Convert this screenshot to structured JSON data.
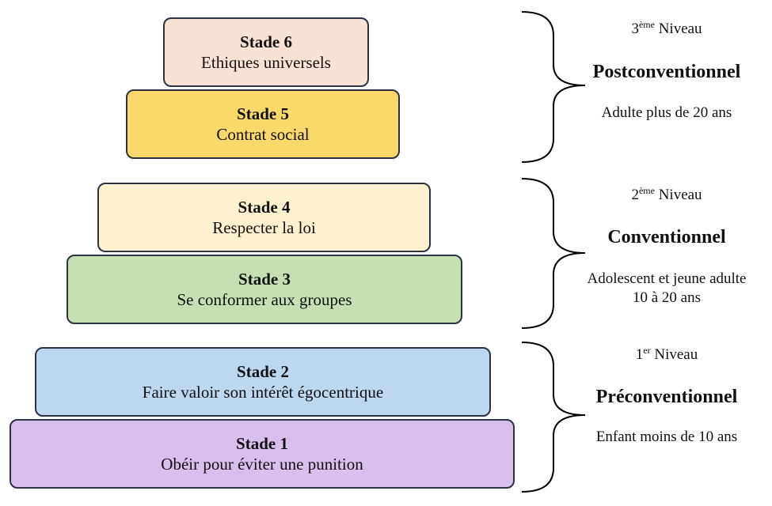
{
  "stages": [
    {
      "id": "s6",
      "title": "Stade 6",
      "desc": "Ethiques universels",
      "color": "#f8e1d5"
    },
    {
      "id": "s5",
      "title": "Stade 5",
      "desc": "Contrat social",
      "color": "#fbd86a"
    },
    {
      "id": "s4",
      "title": "Stade 4",
      "desc": "Respecter la loi",
      "color": "#fdf2cd"
    },
    {
      "id": "s3",
      "title": "Stade 3",
      "desc": "Se conformer aux groupes",
      "color": "#c7dfb5"
    },
    {
      "id": "s2",
      "title": "Stade 2",
      "desc": "Faire valoir son intérêt égocentrique",
      "color": "#bdd7ee"
    },
    {
      "id": "s1",
      "title": "Stade 1",
      "desc": "Obéir pour éviter une punition",
      "color": "#d9bfec"
    }
  ],
  "levels": [
    {
      "num": "3",
      "sup": "ème",
      "word": "Niveau",
      "name": "Postconventionnel",
      "age": [
        "Adulte plus de 20 ans"
      ]
    },
    {
      "num": "2",
      "sup": "ème",
      "word": "Niveau",
      "name": "Conventionnel",
      "age": [
        "Adolescent et jeune adulte",
        "10 à 20 ans"
      ]
    },
    {
      "num": "1",
      "sup": "er",
      "word": "Niveau",
      "name": "Préconventionnel",
      "age": [
        "Enfant moins de 10 ans"
      ]
    }
  ]
}
